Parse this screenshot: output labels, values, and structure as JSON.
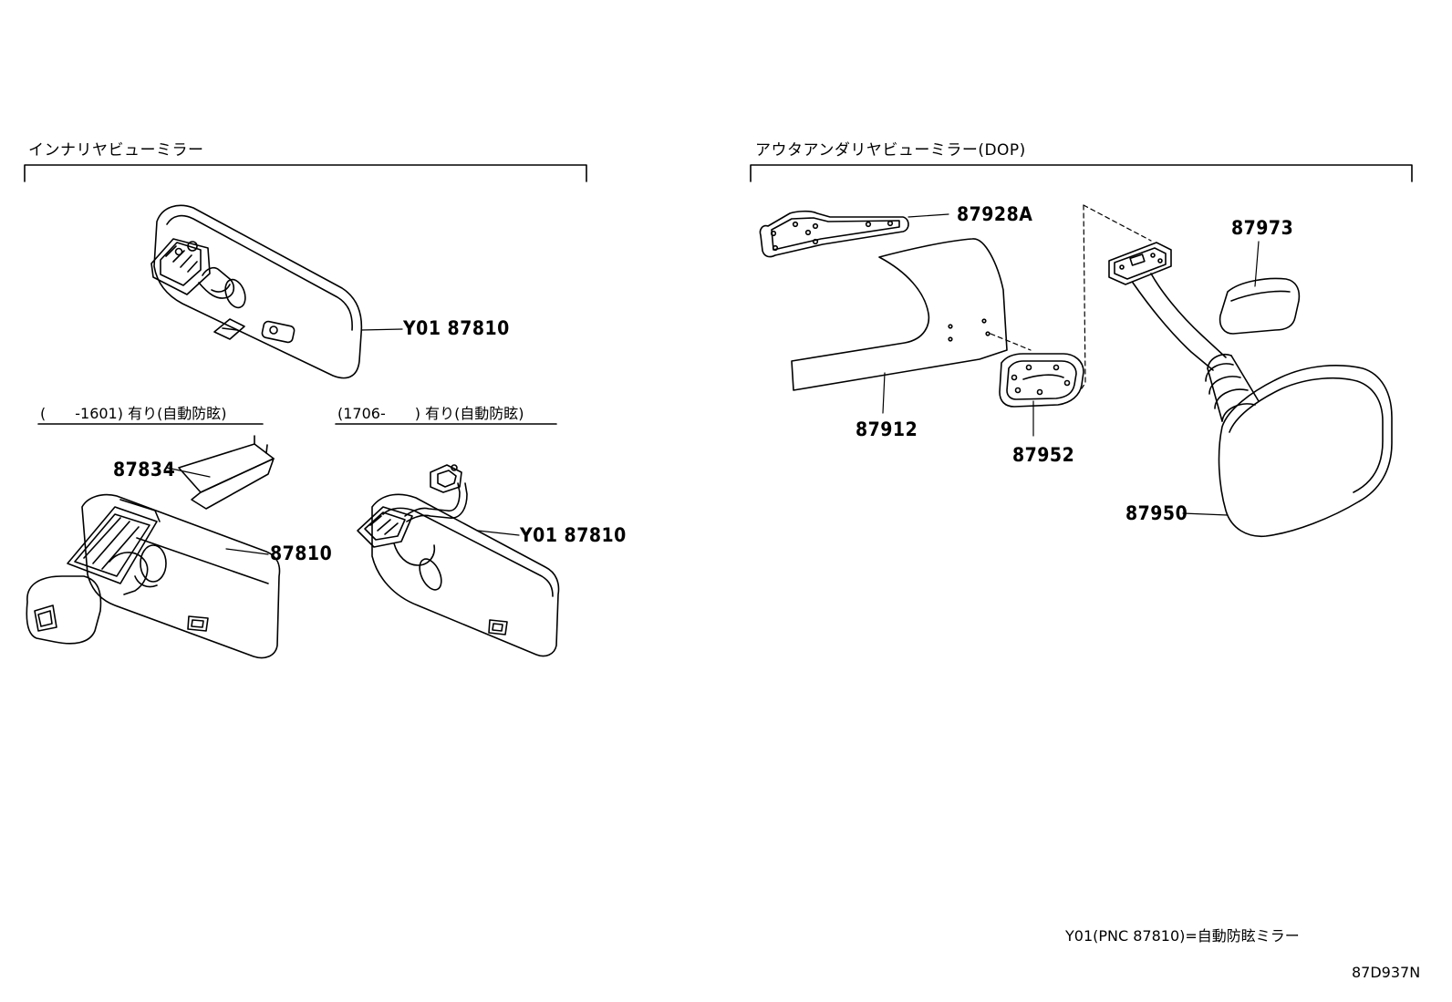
{
  "sections": {
    "inner": {
      "title": "インナリヤビューミラー"
    },
    "outer": {
      "title": "アウタアンダリヤビューミラー(DOP)"
    }
  },
  "variants": {
    "early": {
      "label": "(　　-1601) 有り(自動防眩)"
    },
    "late": {
      "label": "(1706-　　) 有り(自動防眩)"
    }
  },
  "parts": {
    "inner_main": "Y01 87810",
    "early_cover": "87834",
    "early_mirror": "87810",
    "late_mirror": "Y01 87810",
    "outer_bracket": "87928A",
    "outer_plate": "87912",
    "outer_gasket": "87952",
    "outer_cap": "87973",
    "outer_mirror": "87950"
  },
  "footer": {
    "note": "Y01(PNC 87810)=自動防眩ミラー",
    "code": "87D937N"
  }
}
